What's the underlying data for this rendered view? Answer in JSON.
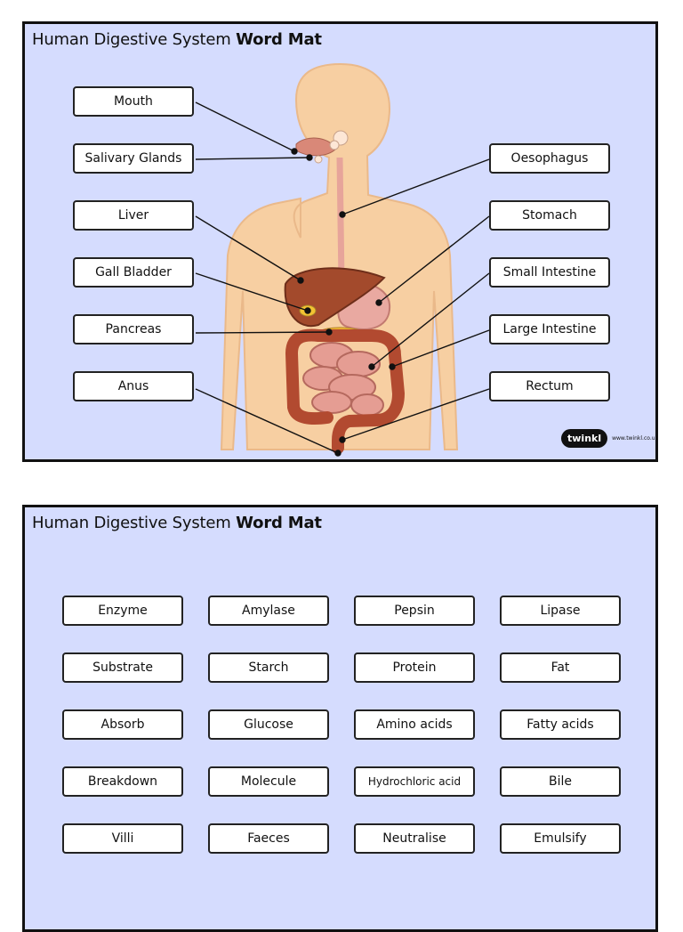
{
  "panel1": {
    "title_plain": "Human Digestive System",
    "title_bold": "Word Mat",
    "labels_left": [
      "Mouth",
      "Salivary Glands",
      "Liver",
      "Gall Bladder",
      "Pancreas",
      "Anus"
    ],
    "labels_right": [
      "Oesophagus",
      "Stomach",
      "Small Intestine",
      "Large Intestine",
      "Rectum"
    ],
    "logo": {
      "brand": "twinkl",
      "url": "www.twinkl.co.uk"
    }
  },
  "panel2": {
    "title_plain": "Human Digestive System",
    "title_bold": "Word Mat",
    "words": [
      [
        "Enzyme",
        "Amylase",
        "Pepsin",
        "Lipase"
      ],
      [
        "Substrate",
        "Starch",
        "Protein",
        "Fat"
      ],
      [
        "Absorb",
        "Glucose",
        "Amino acids",
        "Fatty acids"
      ],
      [
        "Breakdown",
        "Molecule",
        "Hydrochloric acid",
        "Bile"
      ],
      [
        "Villi",
        "Faeces",
        "Neutralise",
        "Emulsify"
      ]
    ]
  },
  "colors": {
    "panel_bg": "#d5dcfe",
    "skin": "#f7cfa2",
    "liver": "#a34a2c",
    "stomach": "#e9a9a1",
    "intestine_small": "#e59d93",
    "intestine_large": "#b24a30",
    "pancreas": "#f2b833"
  }
}
